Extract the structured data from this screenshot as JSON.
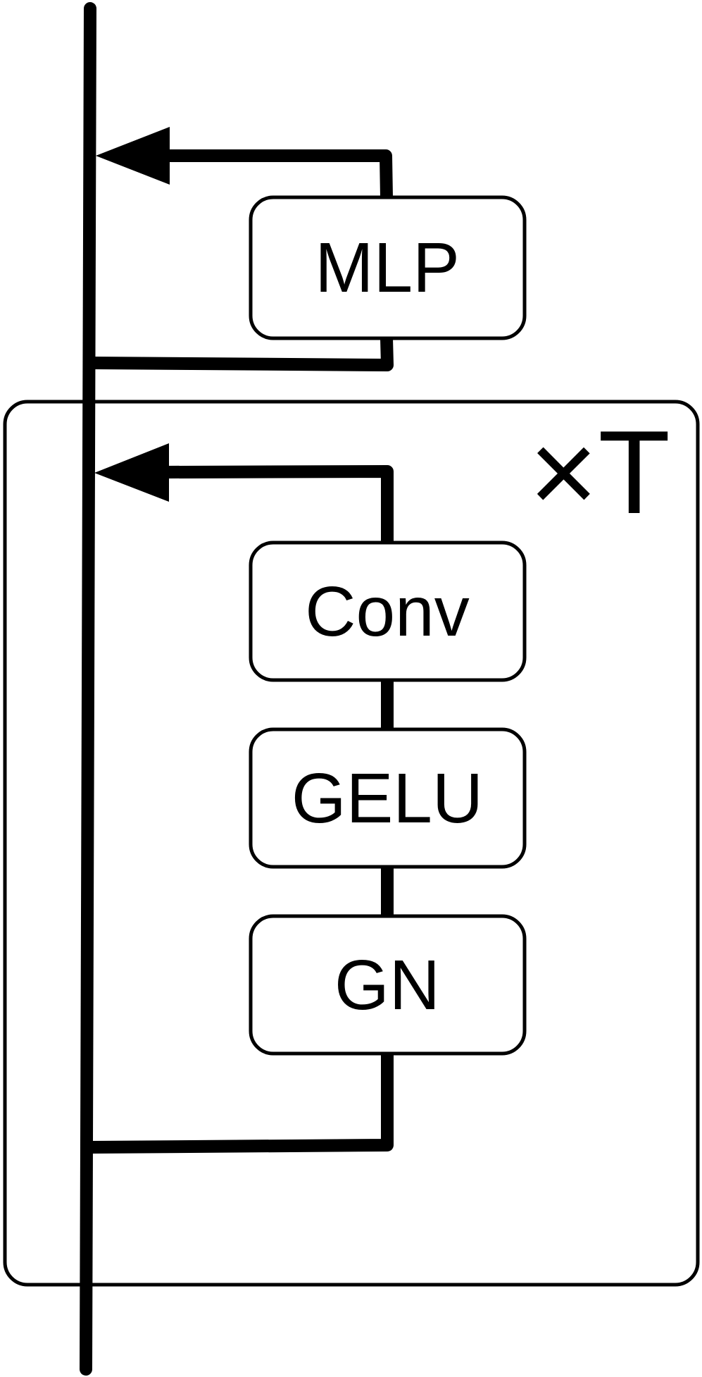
{
  "blocks": {
    "mlp": "MLP",
    "conv": "Conv",
    "gelu": "GELU",
    "gn": "GN"
  },
  "repeat_label": "×T"
}
